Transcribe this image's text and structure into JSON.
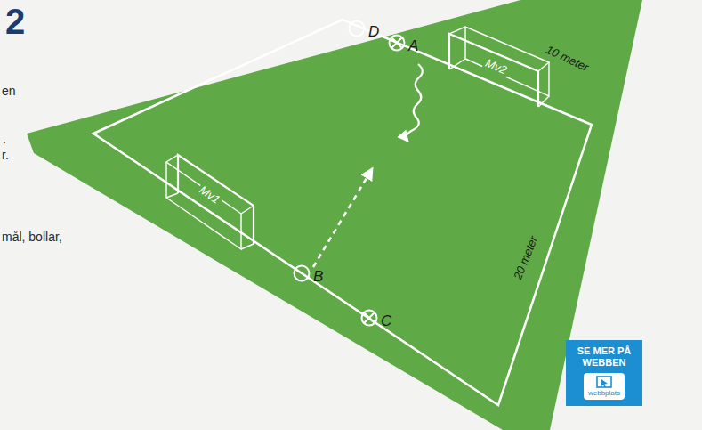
{
  "diagram": {
    "nodes": [
      {
        "text": [
          "D"
        ]
      },
      {
        "text": [
          "A"
        ]
      },
      {
        "text": [
          "Mv2"
        ]
      },
      {
        "text": [
          "Mv1"
        ]
      },
      {
        "text": [
          "B"
        ]
      },
      {
        "text": [
          "C"
        ]
      },
      {
        "text": [
          "SE MER PÅ WEBBEN",
          "webbplats"
        ]
      }
    ],
    "labels": [
      "2",
      "en",
      ".",
      "r.",
      "mål, bollar,",
      "10 meter",
      "20 meter"
    ]
  }
}
